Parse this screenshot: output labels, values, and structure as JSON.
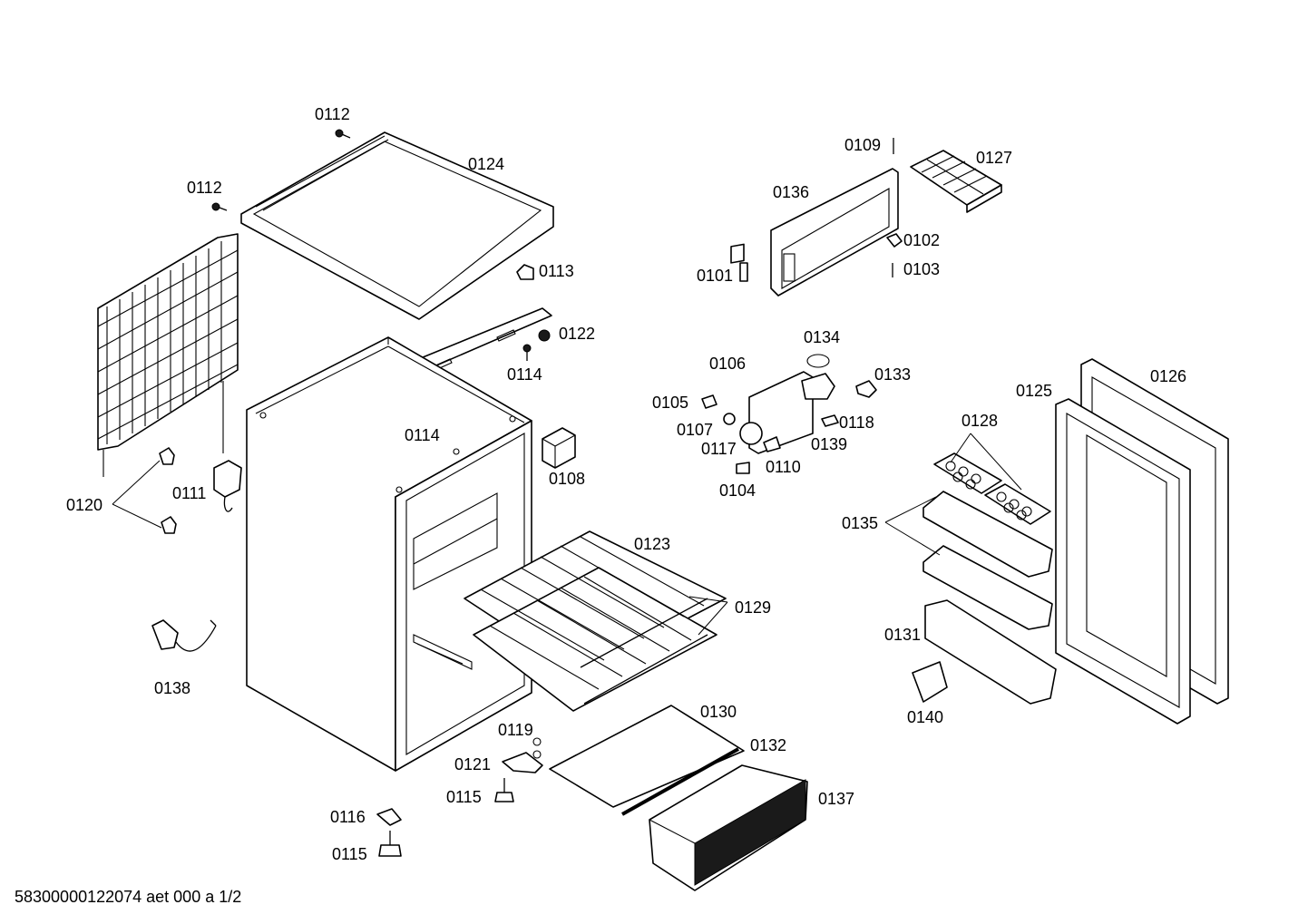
{
  "parts": {
    "p0101": "0101",
    "p0102": "0102",
    "p0103": "0103",
    "p0104": "0104",
    "p0105": "0105",
    "p0106": "0106",
    "p0107": "0107",
    "p0108": "0108",
    "p0109": "0109",
    "p0110": "0110",
    "p0111": "0111",
    "p0112": "0112",
    "p0113": "0113",
    "p0114": "0114",
    "p0115": "0115",
    "p0116": "0116",
    "p0117": "0117",
    "p0118": "0118",
    "p0119": "0119",
    "p0120": "0120",
    "p0121": "0121",
    "p0122": "0122",
    "p0123": "0123",
    "p0124": "0124",
    "p0125": "0125",
    "p0126": "0126",
    "p0127": "0127",
    "p0128": "0128",
    "p0129": "0129",
    "p0130": "0130",
    "p0131": "0131",
    "p0132": "0132",
    "p0133": "0133",
    "p0134": "0134",
    "p0135": "0135",
    "p0136": "0136",
    "p0137": "0137",
    "p0138": "0138",
    "p0139": "0139",
    "p0140": "0140"
  },
  "footer": "58300000122074 aet 000 a 1/2"
}
